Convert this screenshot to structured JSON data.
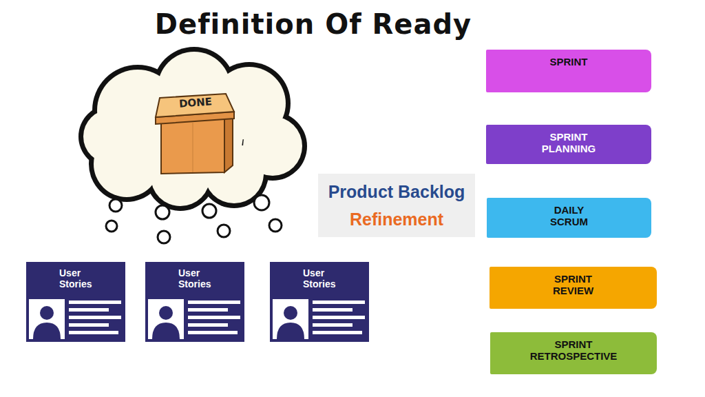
{
  "diagram": {
    "title": "Definition Of Ready",
    "nodes": [
      {
        "text": [
          "DONE"
        ]
      },
      {
        "text": [
          "Product Backlog",
          "Refinement"
        ]
      },
      {
        "text": [
          "User Stories"
        ]
      },
      {
        "text": [
          "User Stories"
        ]
      },
      {
        "text": [
          "User Stories"
        ]
      },
      {
        "text": [
          "SPRINT"
        ]
      },
      {
        "text": [
          "SPRINT PLANNING"
        ]
      },
      {
        "text": [
          "DAILY SCRUM"
        ]
      },
      {
        "text": [
          "SPRINT REVIEW"
        ]
      },
      {
        "text": [
          "SPRINT RETROSPECTIVE"
        ]
      }
    ]
  }
}
